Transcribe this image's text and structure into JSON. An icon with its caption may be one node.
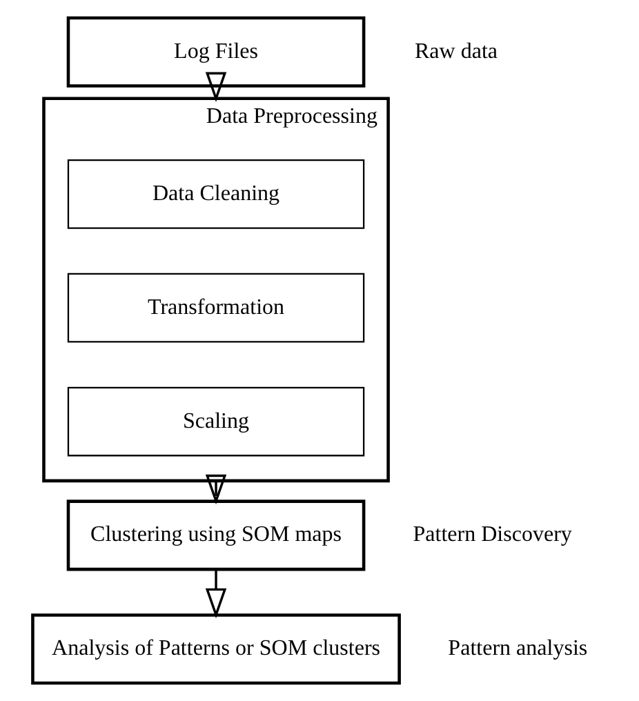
{
  "diagram": {
    "nodes": [
      {
        "text": [
          "Log Files"
        ],
        "beside": [
          "Raw data"
        ]
      },
      {
        "text": [],
        "shape": "box",
        "beside": [
          "Data Preprocessing"
        ]
      },
      {
        "text": [
          "Data Cleaning"
        ],
        "in": 1
      },
      {
        "text": [
          "Transformation"
        ],
        "in": 1
      },
      {
        "text": [
          "Scaling"
        ],
        "in": 1
      },
      {
        "text": [
          "Clustering using SOM maps"
        ],
        "beside": [
          "Pattern Discovery"
        ]
      },
      {
        "text": [
          "Analysis of Patterns or SOM clusters"
        ],
        "beside": [
          "Pattern analysis"
        ]
      }
    ],
    "edges": [
      {
        "from": 0,
        "to": 1,
        "arrow": "to"
      },
      {
        "from": 1,
        "to": 5,
        "arrow": "to"
      },
      {
        "from": 5,
        "to": 6,
        "arrow": "to"
      }
    ]
  }
}
